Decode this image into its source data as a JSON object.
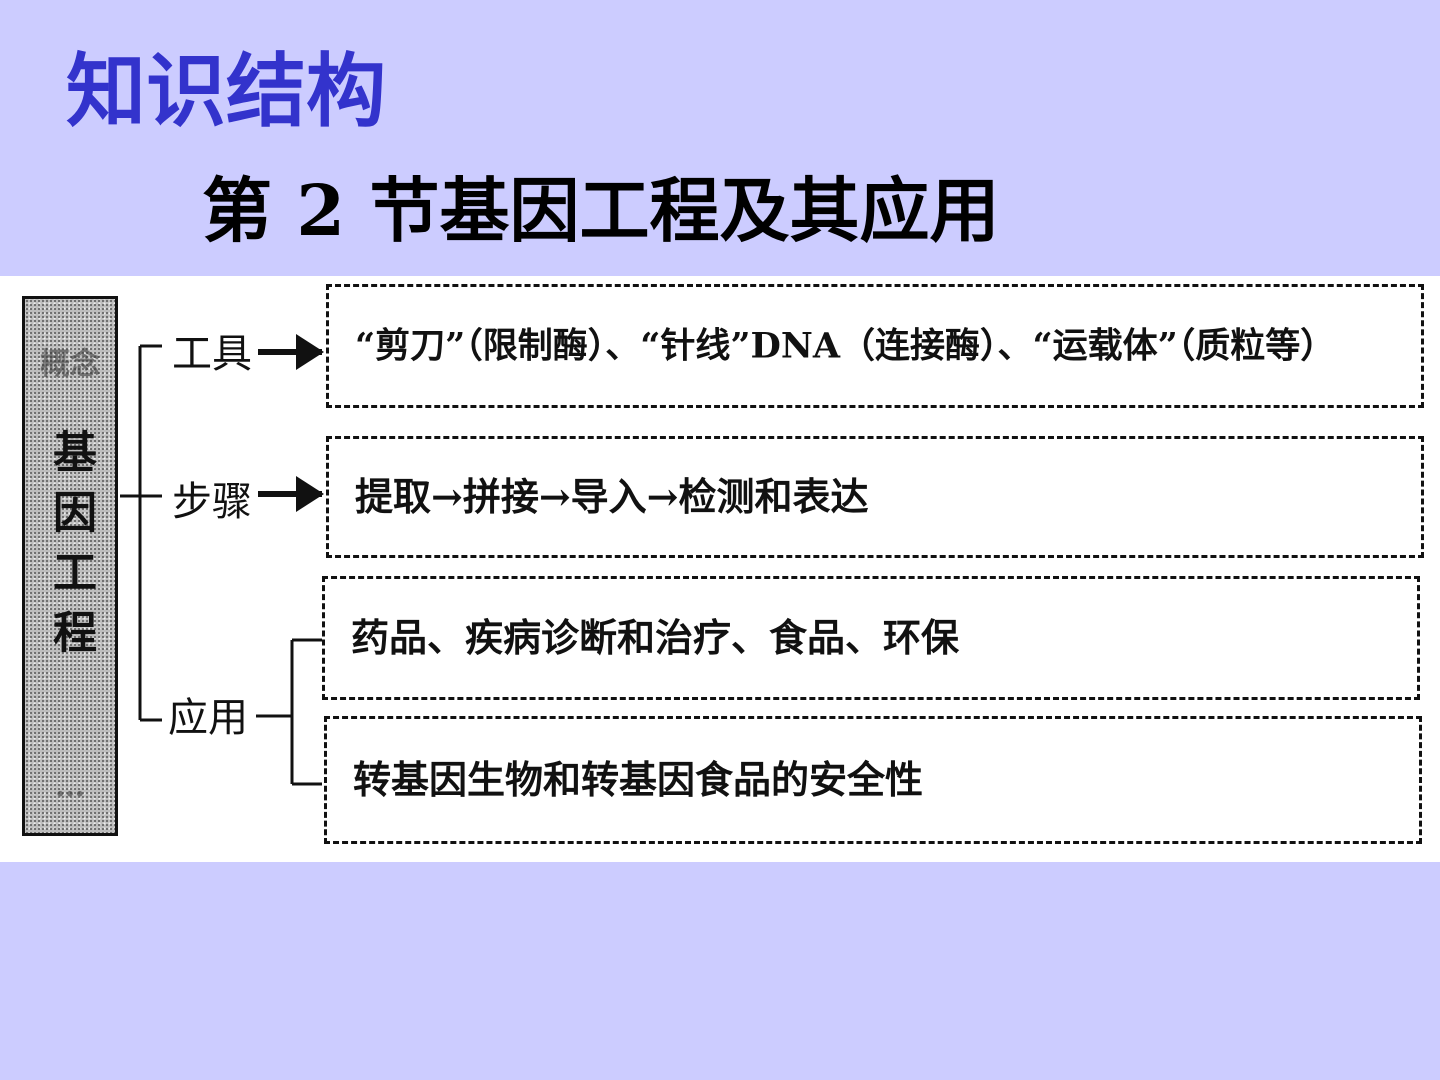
{
  "heading": "知识结构",
  "subheading": "第 2 节基因工程及其应用",
  "root": {
    "top_text": "概念",
    "label": "基因工程",
    "bottom_text": "…"
  },
  "branches": {
    "tools": {
      "label": "工具",
      "content": "“剪刀”（限制酶）、“针线”DNA（连接酶）、“运载体”（质粒等）"
    },
    "steps": {
      "label": "步骤",
      "content": "提取→拼接→导入→检测和表达"
    },
    "applications": {
      "label": "应用",
      "items": [
        "药品、疾病诊断和治疗、食品、环保",
        "转基因生物和转基因食品的安全性"
      ]
    }
  }
}
